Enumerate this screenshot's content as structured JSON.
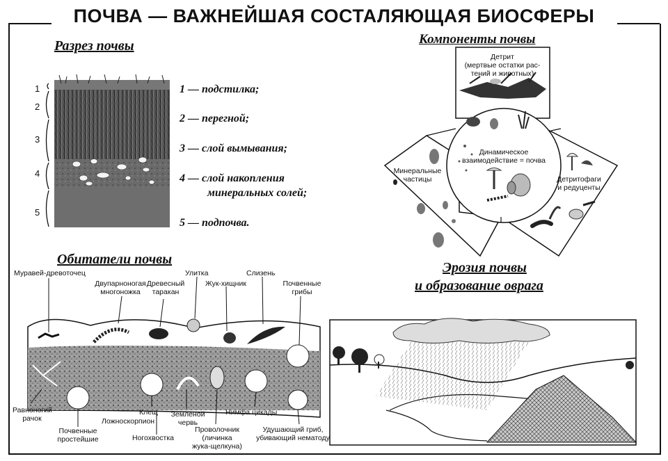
{
  "title": "ПОЧВА — ВАЖНЕЙШАЯ СОСТАЛЯЮЩАЯ БИОСФЕРЫ",
  "sections": {
    "profile": "Разрез почвы",
    "components": "Компоненты почвы",
    "inhabitants": "Обитатели почвы",
    "erosion_line1": "Эрозия почвы",
    "erosion_line2": "и образование оврага"
  },
  "profile_layers": [
    {
      "num": "1",
      "label": "1 — подстилка;"
    },
    {
      "num": "2",
      "label": "2 — перегной;"
    },
    {
      "num": "3",
      "label": "3 — слой вымывания;"
    },
    {
      "num": "4",
      "label": "4 — слой накопления"
    },
    {
      "num": "5",
      "label": "5 — подпочва."
    }
  ],
  "profile_layer4_cont": "минеральных солей;",
  "components": {
    "detritus": [
      "Детрит",
      "(мертвые остатки рас-",
      "тений и животных)"
    ],
    "center": [
      "Динамическое",
      "взаимодействие = почва"
    ],
    "minerals": [
      "Минеральные",
      "частицы"
    ],
    "detritivores": [
      "Детритофаги",
      "и редуценты"
    ]
  },
  "inhabitants": {
    "ant": "Муравей-древоточец",
    "millipede": [
      "Двупарноногая",
      "многоножка"
    ],
    "cockroach": [
      "Древесный",
      "таракан"
    ],
    "snail": "Улитка",
    "beetle": "Жук-хищник",
    "slug": "Слизень",
    "fungi": [
      "Почвенные",
      "грибы"
    ],
    "isopod": [
      "Равноногий",
      "рачок"
    ],
    "protozoa": [
      "Почвенные",
      "простейшие"
    ],
    "mite": "Клещ",
    "pseudoscorpion": "Ложноскорпион",
    "springtail": "Ногохвостка",
    "earthworm": [
      "Земленой",
      "червь"
    ],
    "wireworm": [
      "Проволочник",
      "(личинка",
      "жука-щелкуна)"
    ],
    "cicada": "Нимфа цикады",
    "nematode_fungus": [
      "Удушающий гриб,",
      "убивающий нематоду"
    ]
  }
}
